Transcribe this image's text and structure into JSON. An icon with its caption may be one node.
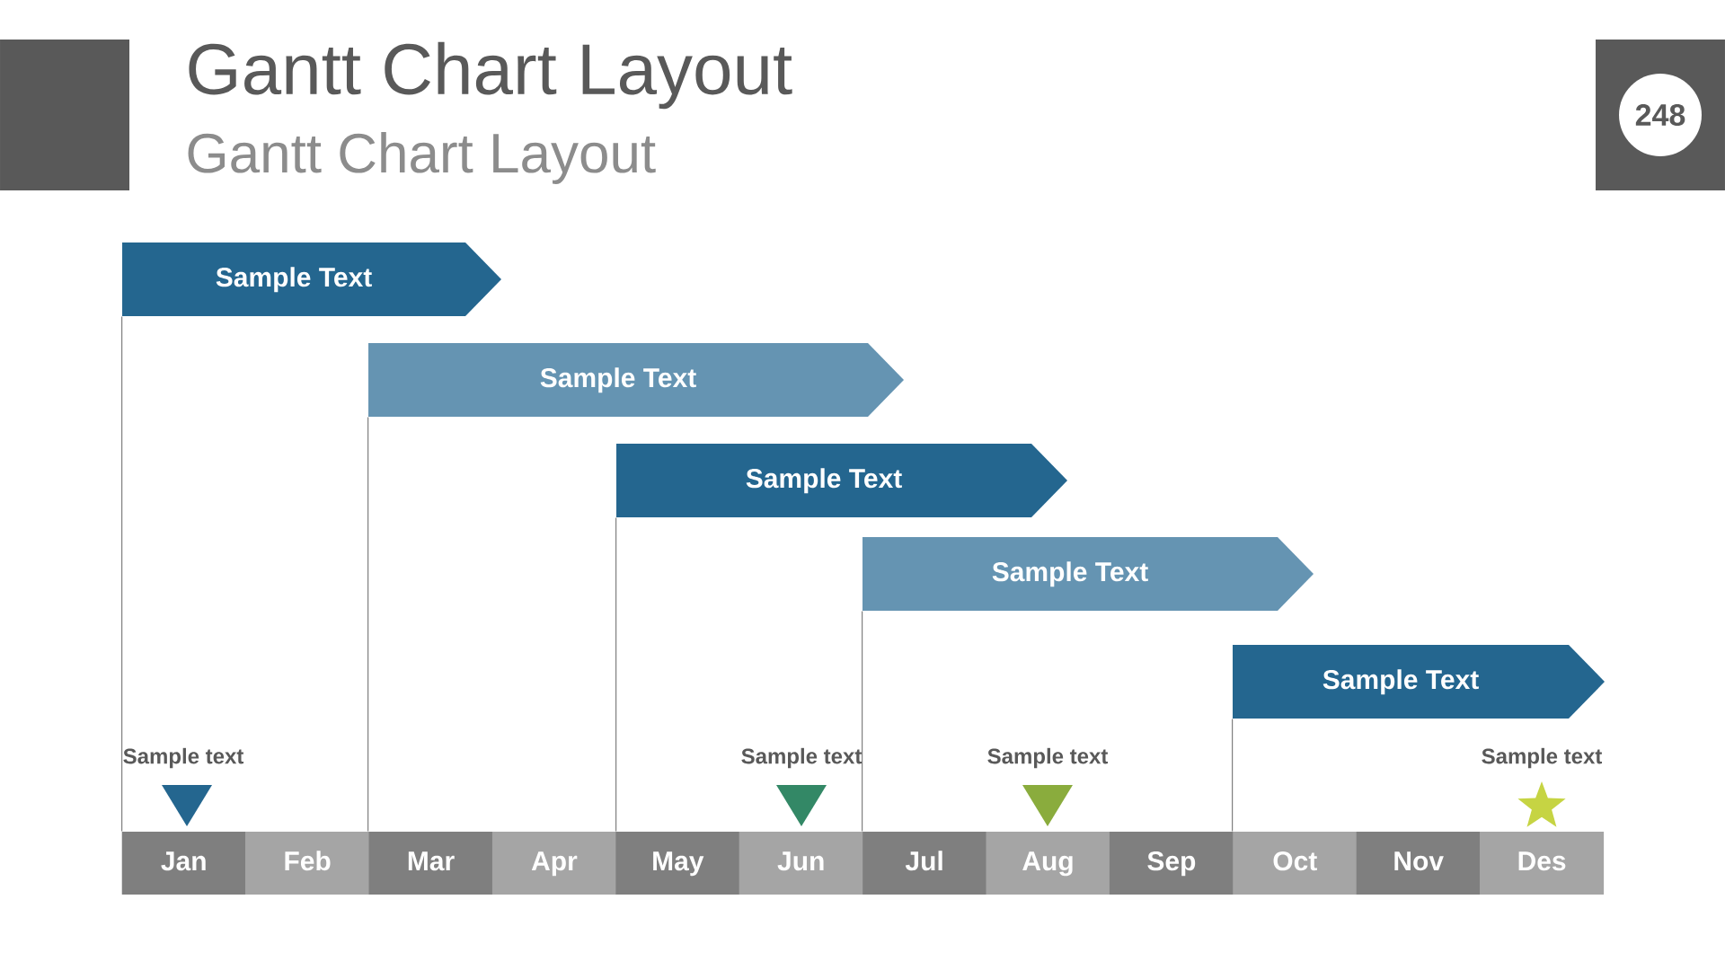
{
  "diagram": {
    "title": "Gantt Chart Layout",
    "nodes": [
      {
        "text": [
          "Sample Text"
        ]
      },
      {
        "text": [
          "Sample Text"
        ]
      },
      {
        "text": [
          "Sample Text"
        ]
      },
      {
        "text": [
          "Sample Text"
        ]
      },
      {
        "text": [
          "Sample Text"
        ]
      },
      {
        "text": [
          "Jan"
        ]
      },
      {
        "text": [
          "Feb"
        ]
      },
      {
        "text": [
          "Mar"
        ]
      },
      {
        "text": [
          "Apr"
        ]
      },
      {
        "text": [
          "May"
        ]
      },
      {
        "text": [
          "Jun"
        ]
      },
      {
        "text": [
          "Jul"
        ]
      },
      {
        "text": [
          "Aug"
        ]
      },
      {
        "text": [
          "Sep"
        ]
      },
      {
        "text": [
          "Oct"
        ]
      },
      {
        "text": [
          "Nov"
        ]
      },
      {
        "text": [
          "Des"
        ]
      },
      {
        "text": [
          "248"
        ]
      }
    ],
    "edges": [
      {
        "from": 0,
        "to": 5,
        "arrow": "none"
      },
      {
        "from": 1,
        "to": 7,
        "arrow": "none"
      },
      {
        "from": 2,
        "to": 9,
        "arrow": "none"
      },
      {
        "from": 3,
        "to": 11,
        "arrow": "none"
      },
      {
        "from": 4,
        "to": 14,
        "arrow": "none"
      }
    ],
    "labels": [
      "Gantt Chart Layout",
      "Sample text",
      "Sample text",
      "Sample text",
      "Sample text"
    ]
  }
}
